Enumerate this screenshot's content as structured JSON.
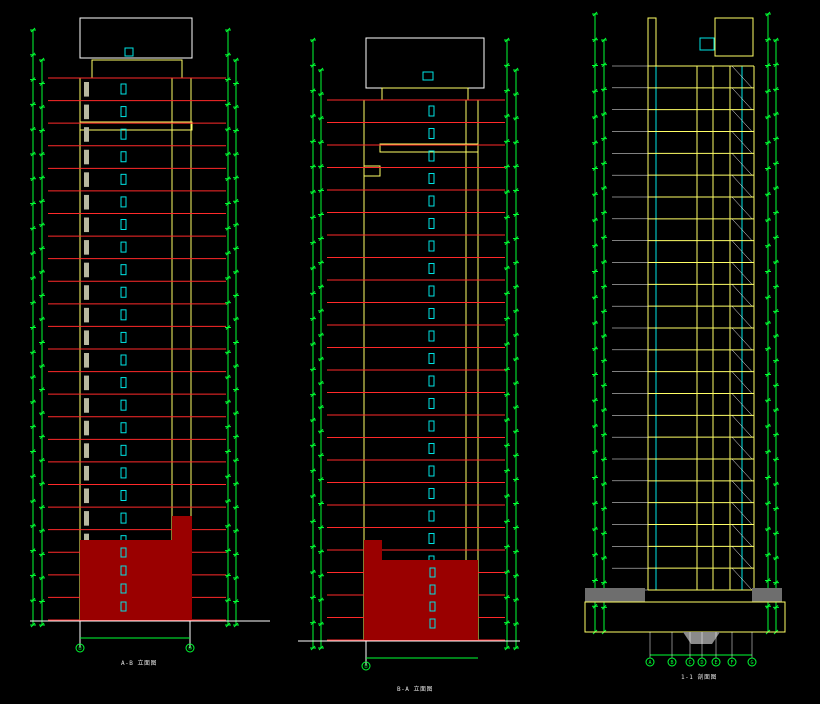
{
  "colors": {
    "background": "#000000",
    "floor_line": "#ff2a2a",
    "wall": "#ffff66",
    "dimension": "#00ff33",
    "podium": "#9a0000",
    "window": "#00e5e5",
    "annotation": "#ffffff"
  },
  "drawings": [
    {
      "id": "elevation-a",
      "caption": "A-B 立面图"
    },
    {
      "id": "elevation-b",
      "caption": "B-A 立面图"
    },
    {
      "id": "section-1",
      "caption": "1-1 剖面图"
    }
  ],
  "grid_axis_labels": {
    "elevation_a": [
      "①",
      "⑩"
    ],
    "elevation_b": [
      "①"
    ],
    "section": [
      "A",
      "B",
      "C",
      "D",
      "E",
      "F",
      "G"
    ]
  },
  "floor_count": 24
}
